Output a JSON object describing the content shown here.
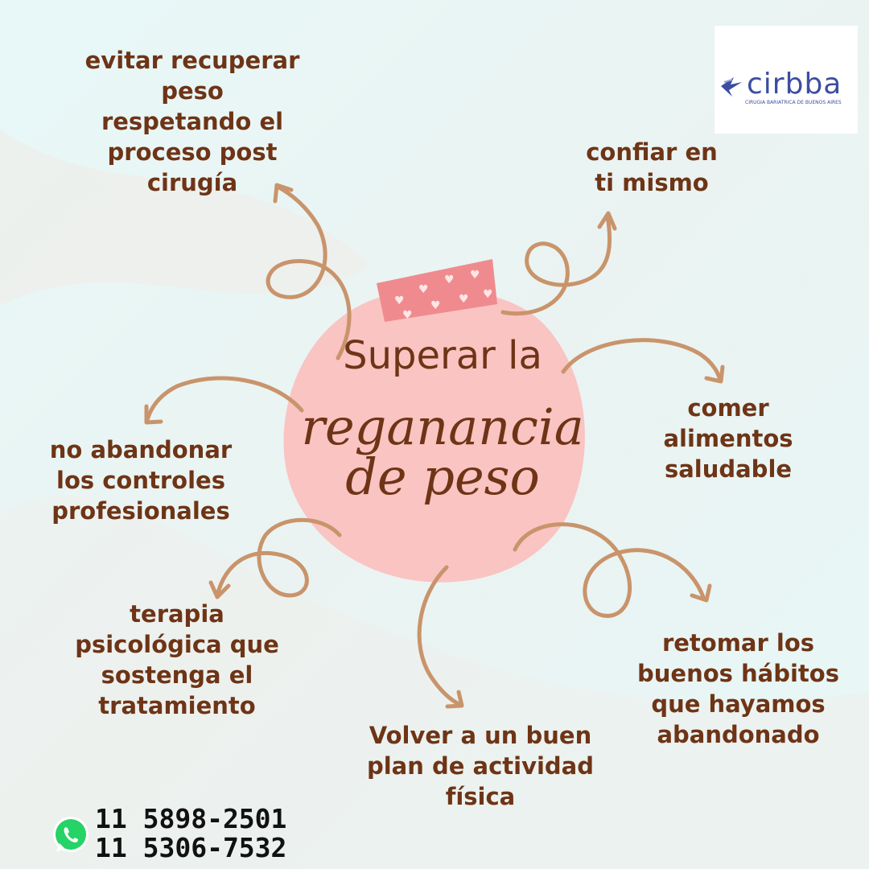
{
  "title": {
    "line1": "Superar la",
    "line2": "reganancia\nde peso"
  },
  "logo": {
    "name": "cirbba",
    "tagline": "CIRUGIA BARIATRICA DE BUENOS AIRES"
  },
  "tips": {
    "top_left": "evitar recuperar\npeso\nrespetando el\nproceso post\ncirugía",
    "top_right": "confiar en\nti mismo",
    "right": "comer\nalimentos\nsaludable",
    "left": "no abandonar\nlos controles\nprofesionales",
    "bottom_left": "terapia\npsicológica que\nsostenga el\ntratamiento",
    "bottom_center": "Volver a un buen\nplan de actividad\nfísica",
    "bottom_right": "retomar los\nbuenos hábitos\nque hayamos\nabandonado"
  },
  "contact": {
    "icon": "whatsapp-icon",
    "phone1": "11 5898-2501",
    "phone2": "11 5306-7532"
  },
  "colors": {
    "text": "#6e3416",
    "arrow": "#c9946b",
    "blob": "#f9c4c2",
    "tape": "#ef8b8e",
    "background": "#e9f7f7",
    "whatsapp": "#25d366"
  }
}
